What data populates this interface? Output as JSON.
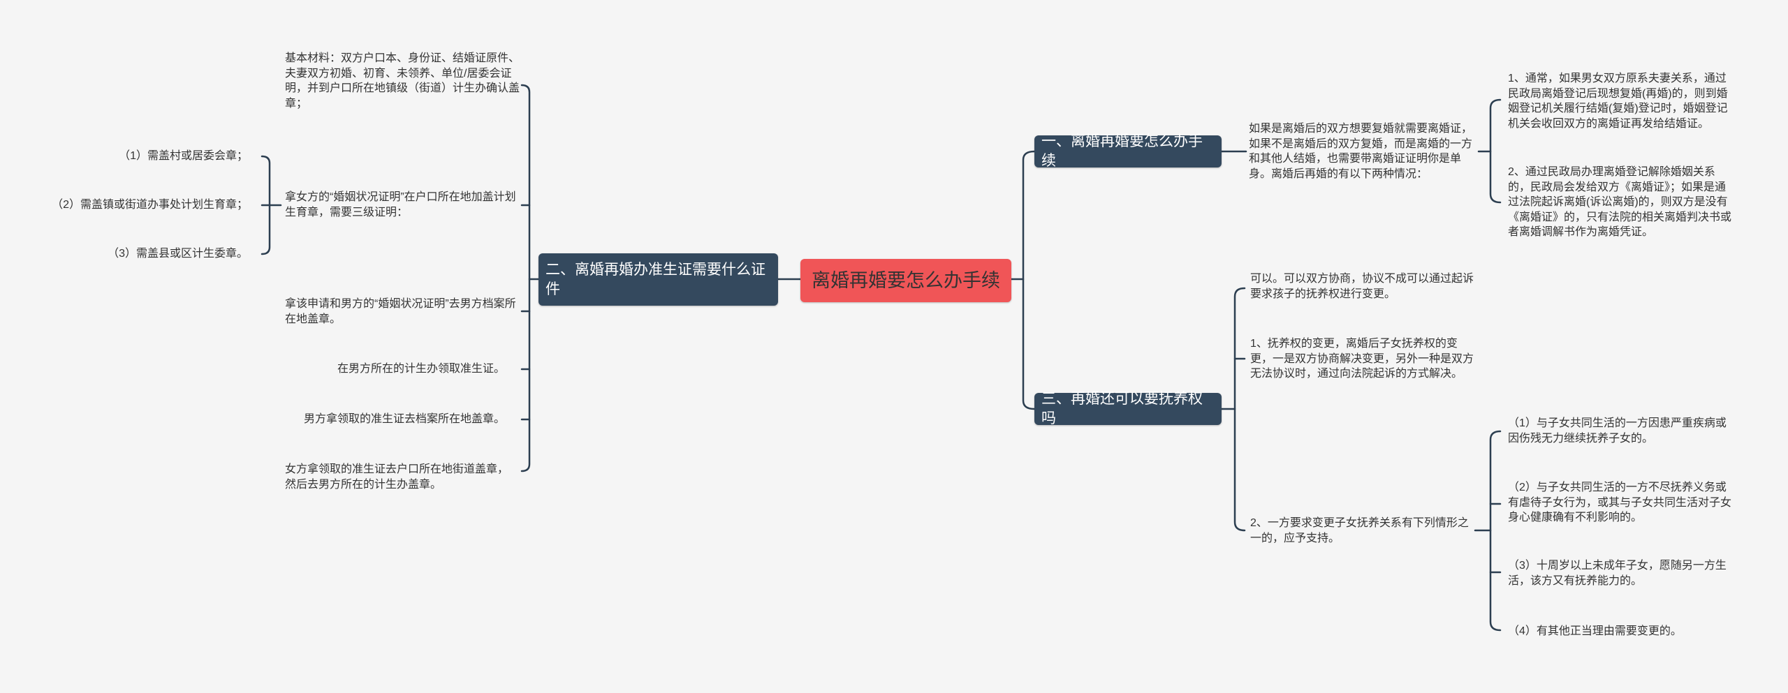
{
  "colors": {
    "background": "#f5f5f5",
    "root": "#f05557",
    "branch": "#34495e",
    "line": "#2c3e50"
  },
  "root": {
    "label": "离婚再婚要怎么办手续"
  },
  "branch1": {
    "label": "一、离婚再婚要怎么办手续",
    "summary": "如果是离婚后的双方想要复婚就需要离婚证，如果不是离婚后的双方复婚，而是离婚的一方和其他人结婚，也需要带离婚证证明你是单身。离婚后再婚的有以下两种情况：",
    "items": [
      "1、通常，如果男女双方原系夫妻关系，通过民政局离婚登记后现想复婚(再婚)的，则到婚姻登记机关履行结婚(复婚)登记时，婚姻登记机关会收回双方的离婚证再发给结婚证。",
      "2、通过民政局办理离婚登记解除婚姻关系的，民政局会发给双方《离婚证》；如果是通过法院起诉离婚(诉讼离婚)的，则双方是没有《离婚证》的，只有法院的相关离婚判决书或者离婚调解书作为离婚凭证。"
    ]
  },
  "branch2": {
    "label": "二、离婚再婚办准生证需要什么证件",
    "items": [
      "基本材料：双方户口本、身份证、结婚证原件、夫妻双方初婚、初育、未领养、单位/居委会证明，并到户口所在地镇级（街道）计生办确认盖章；",
      "拿女方的“婚姻状况证明”在户口所在地加盖计划生育章，需要三级证明：",
      "拿该申请和男方的“婚姻状况证明”去男方档案所在地盖章。",
      "在男方所在的计生办领取准生证。",
      "男方拿领取的准生证去档案所在地盖章。",
      "女方拿领取的准生证去户口所在地街道盖章，然后去男方所在的计生办盖章。"
    ],
    "sub_items": [
      "（1）需盖村或居委会章；",
      "（2）需盖镇或街道办事处计划生育章；",
      "（3）需盖县或区计生委章。"
    ]
  },
  "branch3": {
    "label": "三、再婚还可以要抚养权吗",
    "items": [
      "可以。可以双方协商，协议不成可以通过起诉要求孩子的抚养权进行变更。",
      "1、抚养权的变更，离婚后子女抚养权的变更，一是双方协商解决变更，另外一种是双方无法协议时，通过向法院起诉的方式解决。",
      "2、一方要求变更子女抚养关系有下列情形之一的，应予支持。"
    ],
    "sub_items": [
      "（1）与子女共同生活的一方因患严重疾病或因伤残无力继续抚养子女的。",
      "（2）与子女共同生活的一方不尽抚养义务或有虐待子女行为，或其与子女共同生活对子女身心健康确有不利影响的。",
      "（3）十周岁以上未成年子女，愿随另一方生活，该方又有抚养能力的。",
      "（4）有其他正当理由需要变更的。"
    ]
  }
}
